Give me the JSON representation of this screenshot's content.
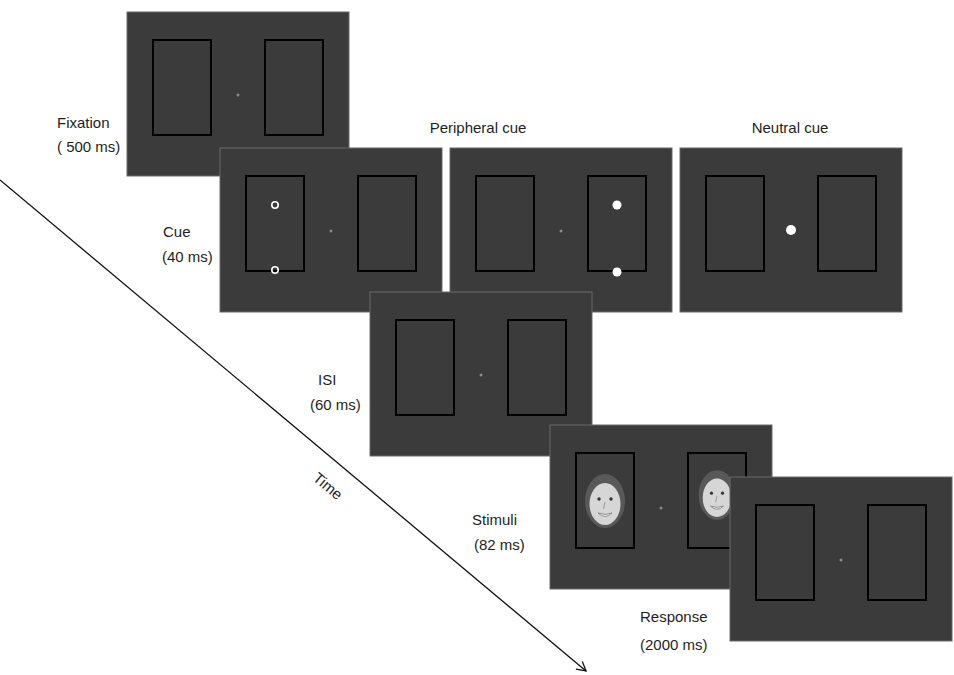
{
  "diagram": {
    "labels": [
      "Fixation",
      "( 500 ms)",
      "Peripheral cue",
      "Neutral cue",
      "Cue",
      "(40 ms)",
      "ISI",
      "(60 ms)",
      "Stimuli",
      "(82 ms)",
      "Response",
      "(2000 ms)",
      "Time"
    ]
  }
}
